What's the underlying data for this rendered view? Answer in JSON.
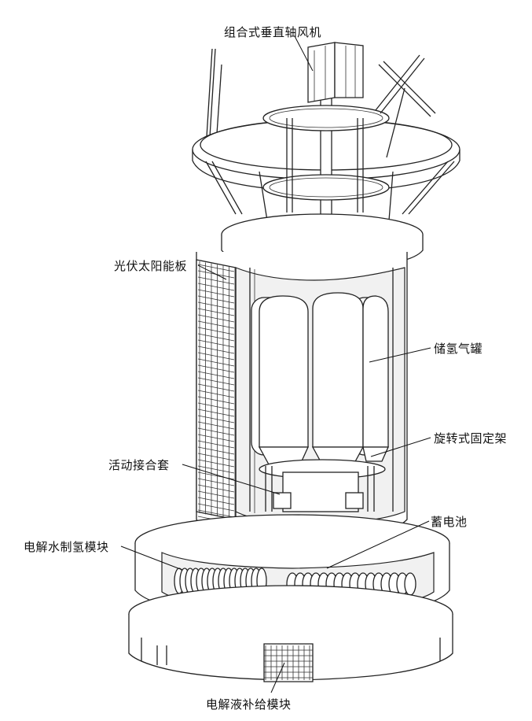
{
  "labels": {
    "wind_turbine": "组合式垂直轴风机",
    "solar_panel": "光伏太阳能板",
    "hydrogen_tank": "储氢气罐",
    "rotating_frame": "旋转式固定架",
    "active_coupling": "活动接合套",
    "battery": "蓄电池",
    "electrolysis_module": "电解水制氢模块",
    "electrolyte_module": "电解液补给模块"
  }
}
